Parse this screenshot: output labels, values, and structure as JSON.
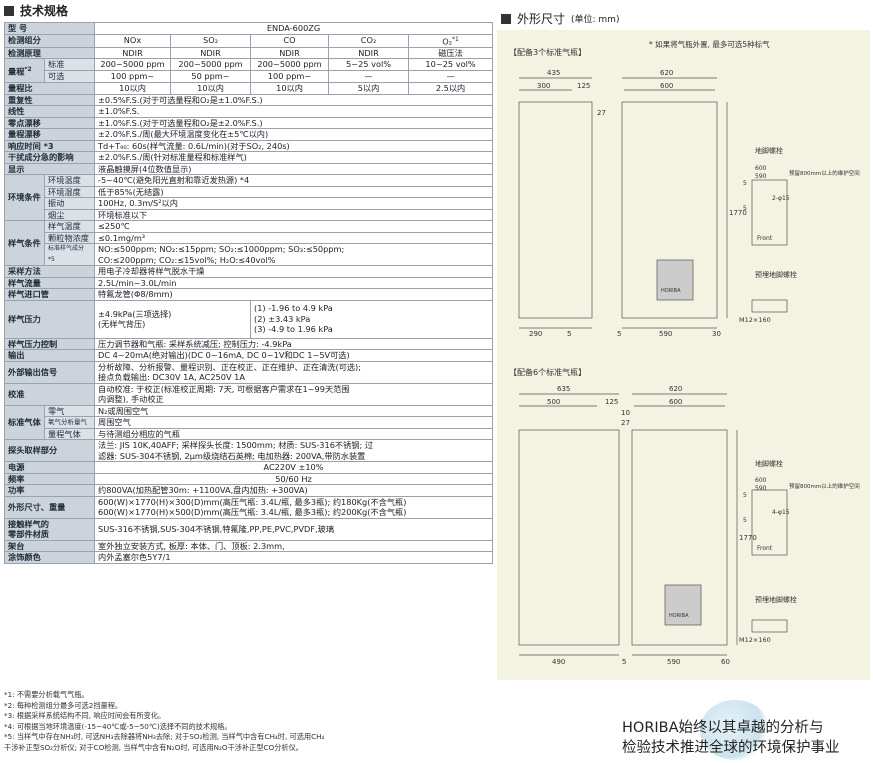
{
  "left_title": "技术规格",
  "right_title": "外形尺寸",
  "right_unit": "(单位: mm)",
  "spec": {
    "model_label": "型 号",
    "model_value": "ENDA-600ZG",
    "component_label": "检测组分",
    "components": [
      "NOx",
      "SO₂",
      "CO",
      "CO₂",
      "O₂"
    ],
    "o2_note": "*1",
    "principle_label": "检测原理",
    "principles": [
      "NDIR",
      "NDIR",
      "NDIR",
      "NDIR",
      "磁压法"
    ],
    "range_label": "量程",
    "range_note": "*2",
    "range_std": "标准",
    "range_std_vals": [
      "200~5000 ppm",
      "200~5000 ppm",
      "200~5000 ppm",
      "5~25 vol%",
      "10~25 vol%"
    ],
    "range_opt": "可选",
    "range_opt_vals": [
      "100 ppm~",
      "50 ppm~",
      "100 ppm~",
      "—",
      "—"
    ],
    "ratio_label": "量程比",
    "ratio_vals": [
      "10以内",
      "10以内",
      "10以内",
      "5以内",
      "2.5以内"
    ],
    "rows": [
      {
        "label": "重复性",
        "value": "±0.5%F.S.(对于可选量程和O₂是±1.0%F.S.)"
      },
      {
        "label": "线性",
        "value": "±1.0%F.S."
      },
      {
        "label": "零点漂移",
        "value": "±1.0%F.S.(对于可选量程和O₂是±2.0%F.S.)"
      },
      {
        "label": "量程漂移",
        "value": "±2.0%F.S./周(最大环境温度变化在±5℃以内)"
      },
      {
        "label": "响应时间 *3",
        "value": "Td+T₉₀: 60s(样气流量: 0.6L/min)(对于SO₂, 240s)"
      },
      {
        "label": "干扰成分急的影响",
        "value": "±2.0%F.S./周(针对标准量程和标准样气)"
      },
      {
        "label": "显示",
        "value": "液晶触摸屏(4位数值显示)"
      }
    ],
    "env_label": "环境条件",
    "env": [
      {
        "sub": "环境温度",
        "value": "-5~40℃(避免阳光直射和靠近发热源) *4"
      },
      {
        "sub": "环境湿度",
        "value": "低于85%(无结露)"
      },
      {
        "sub": "振动",
        "value": "100Hz, 0.3m/S²以内"
      },
      {
        "sub": "烟尘",
        "value": "环境标准以下"
      }
    ],
    "sample_cond_label": "样气条件",
    "sample_cond": [
      {
        "sub": "样气温度",
        "value": "≤250℃"
      },
      {
        "sub": "颗粒物浓度",
        "value": "≤0.1mg/m³"
      },
      {
        "sub": "标准样气成分 *5",
        "value": "NO:≤500ppm; NO₂:≤15ppm; SO₂:≤1000ppm; SO₃:≤50ppm;",
        "value2": "CO:≤200ppm; CO₂:≤15vol%; H₂O:≤40vol%"
      }
    ],
    "rows2": [
      {
        "label": "采样方法",
        "value": "用电子冷却器将样气脱水干燥"
      },
      {
        "label": "样气流量",
        "value": "2.5L/min~3.0L/min"
      },
      {
        "label": "样气进口管",
        "value": "特氟龙管(Φ8/8mm)"
      }
    ],
    "pressure_label": "样气压力",
    "pressure_left": "±4.9kPa(三项选择)",
    "pressure_left2": "(无样气背压)",
    "pressure_opts": [
      "(1) -1.96 to 4.9 kPa",
      "(2) ±3.43 kPa",
      "(3) -4.9 to 1.96 kPa"
    ],
    "rows3": [
      {
        "label": "样气压力控制",
        "value": "压力调节器和气瓶: 采样系统减压; 控制压力: -4.9kPa"
      },
      {
        "label": "输出",
        "value": "DC 4~20mA(绝对输出)(DC 0~16mA, DC 0~1V和DC 1~5V可选)"
      }
    ],
    "ext_label": "外部输出信号",
    "ext_value": "分析故障、分析报警、量程识别、正在校正、正在维护、正在清洗(可选);",
    "ext_value2": "接点负载输出: DC30V 1A, AC250V 1A",
    "cal_label": "校准",
    "cal_value": "自动校准: 于校正(标准校正周期: 7天, 可根据客户需求在1~99天范围",
    "cal_value2": "内调整), 手动校正",
    "std_gas_label": "标准气体",
    "std_gas": [
      {
        "sub": "零气",
        "value": "N₂或周围空气"
      },
      {
        "sub": "氧气分析量气",
        "value": "周围空气"
      },
      {
        "sub": "量程气体",
        "value": "与待测组分相应的气瓶"
      }
    ],
    "probe_label": "探头取样部分",
    "probe_value": "法兰: JIS 10K,40AFF; 采样探头长度: 1500mm; 材质: SUS-316不锈钢; 过",
    "probe_value2": "滤器: SUS-304不锈钢, 2μm级烧结石英棉; 电加热器: 200VA,带防水装置",
    "rows4": [
      {
        "label": "电源",
        "value": "AC220V ±10%"
      },
      {
        "label": "频率",
        "value": "50/60 Hz"
      },
      {
        "label": "功率",
        "value": "约800VA(加热配管30m: +1100VA,盘内加热: +300VA)"
      }
    ],
    "dims_label": "外形尺寸、重量",
    "dims_value": "600(W)×1770(H)×300(D)mm(高压气瓶: 3.4L/瓶, 最多3瓶); 约180Kg(不含气瓶)",
    "dims_value2": "600(W)×1770(H)×500(D)mm(高压气瓶: 3.4L/瓶, 最多3瓶); 约200Kg(不含气瓶)",
    "material_label": "接触样气的",
    "material_label2": "零部件材质",
    "material_value": "SUS-316不锈钢,SUS-304不锈钢,特氟隆,PP,PE,PVC,PVDF,玻璃",
    "rows5": [
      {
        "label": "架台",
        "value": "室外独立安装方式, 板厚: 本体、门、顶板: 2.3mm,"
      },
      {
        "label": "涂饰颜色",
        "value": "内外孟塞尔色5Y7/1"
      }
    ]
  },
  "notes": [
    "*1: 不需要分析载气气瓶。",
    "*2: 每种检测组分最多可选2挡量程。",
    "*3: 根据采样系统结构不同, 响应时间会有所变化。",
    "*4: 可根据当地环境温度(-15~40℃或-5~50℃)选择不同的技术规格。",
    "*5: 当样气中存在NH₃时, 可选NH₃去除器将NH₃去除; 对于SO₂检测, 当样气中含有CH₄时, 可选用CH₄",
    "干涉补正型SO₂分析仪; 对于CO检测, 当样气中含有N₂O时, 可选用N₂O干涉补正型CO分析仪。"
  ],
  "diagram_top": {
    "title": "【配备3个标准气瓶】",
    "note": "* 如果将气瓶外置, 最多可选5种标气",
    "dims_top": [
      "435",
      "300",
      "125",
      "620",
      "600"
    ],
    "dims_side": [
      "27",
      "1770",
      "290",
      "5",
      "5",
      "590",
      "30"
    ],
    "label_anchor": "地脚螺栓",
    "label_preset": "预埋地脚螺栓",
    "small_dims": [
      "600",
      "590",
      "5",
      "2-φ15",
      "5"
    ],
    "note_small": "预留800mm以上的维护空间",
    "front": "Front",
    "bolt": "M12×160",
    "brand": "HORIBA"
  },
  "diagram_bottom": {
    "title": "【配备6个标准气瓶】",
    "dims_top": [
      "635",
      "500",
      "125",
      "620",
      "600"
    ],
    "dims_side": [
      "10",
      "27",
      "1770",
      "490",
      "5",
      "590",
      "60"
    ],
    "label_anchor": "地脚螺栓",
    "label_preset": "预埋地脚螺栓",
    "small_dims": [
      "600",
      "590",
      "5",
      "4-φ15",
      "5"
    ],
    "note_small": "预留800mm以上的维护空间",
    "front": "Front",
    "bolt": "M12×160",
    "brand": "HORIBA"
  },
  "slogan_line1": "HORIBA始终以其卓越的分析与",
  "slogan_line2": "检验技术推进全球的环境保护事业"
}
